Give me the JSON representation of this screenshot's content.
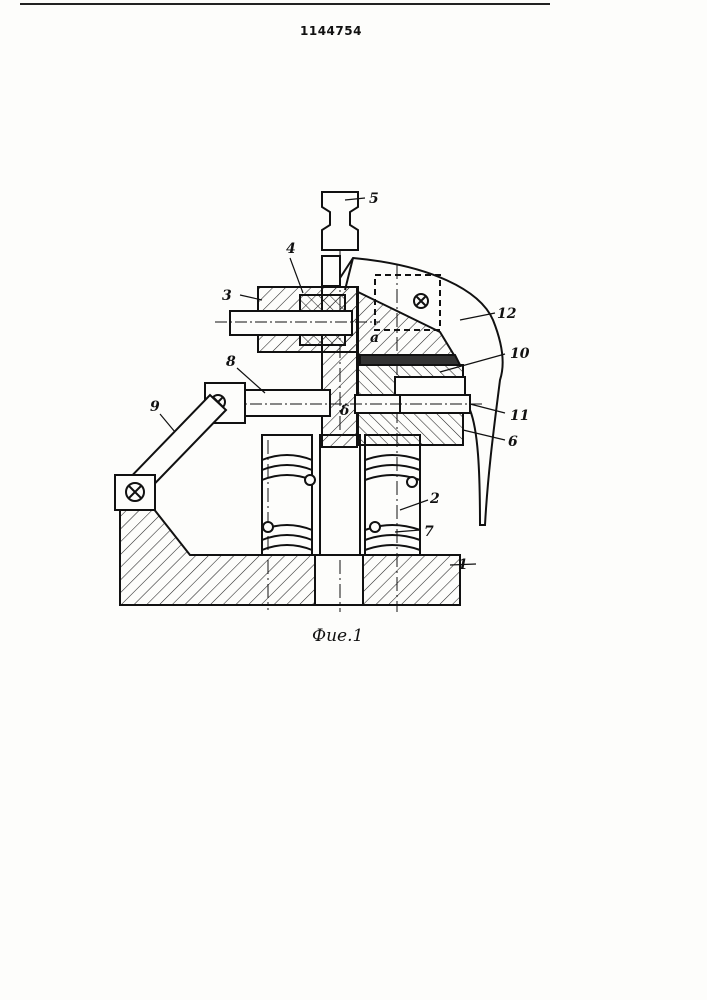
{
  "document": {
    "number": "1144754"
  },
  "figure": {
    "caption": "Фие.1",
    "labels": [
      "1",
      "2",
      "3",
      "4",
      "5",
      "6",
      "7",
      "8",
      "9",
      "10",
      "11",
      "12"
    ],
    "dimension_marks": [
      "a",
      "δ"
    ]
  },
  "colors": {
    "ink": "#111111",
    "paper": "#fdfdfb"
  }
}
